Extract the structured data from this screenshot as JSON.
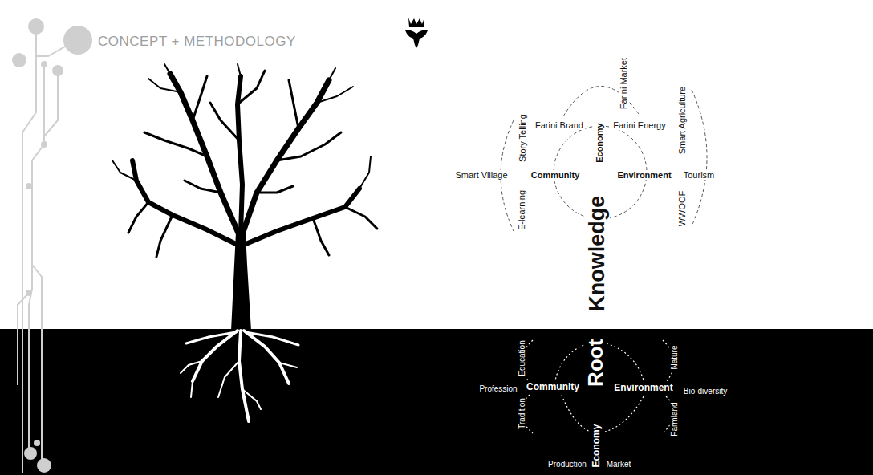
{
  "diagram": {
    "title": "CONCEPT + METHODOLOGY",
    "labels": [
      "Farini Market",
      "Farini Brand",
      "Farini Energy",
      "Story Telling",
      "Smart Agriculture",
      "Smart Village",
      "Community",
      "Economy",
      "Environment",
      "Tourism",
      "E-learning",
      "WWOOF",
      "Knowledge",
      "Root",
      "Education",
      "Nature",
      "Profession",
      "Community",
      "Environment",
      "Bio-diversity",
      "Tradition",
      "Economy",
      "Farmland",
      "Production",
      "Market"
    ]
  }
}
